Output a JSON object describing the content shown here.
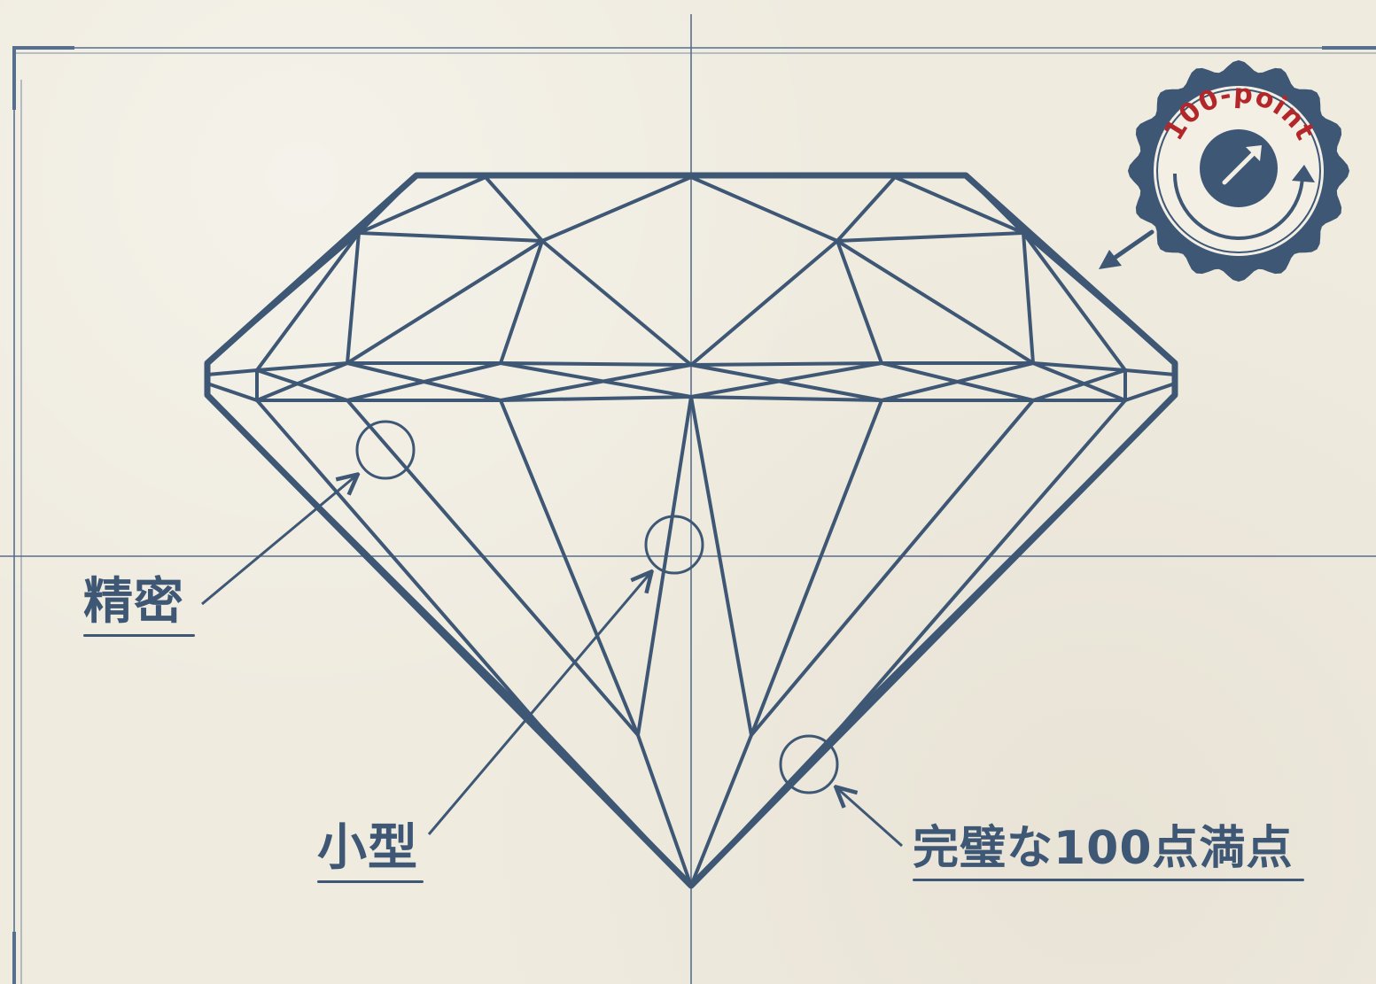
{
  "badge": {
    "text": "100-point",
    "text_color": "#b3272b",
    "ring_color": "#3e5775"
  },
  "callouts": {
    "precision": "精密",
    "compact": "小型",
    "perfect_score": "完璧な100点満点"
  },
  "colors": {
    "ink": "#3e5775",
    "guide": "#566f8e",
    "paper": "#efebdf",
    "accent": "#b3272b"
  }
}
